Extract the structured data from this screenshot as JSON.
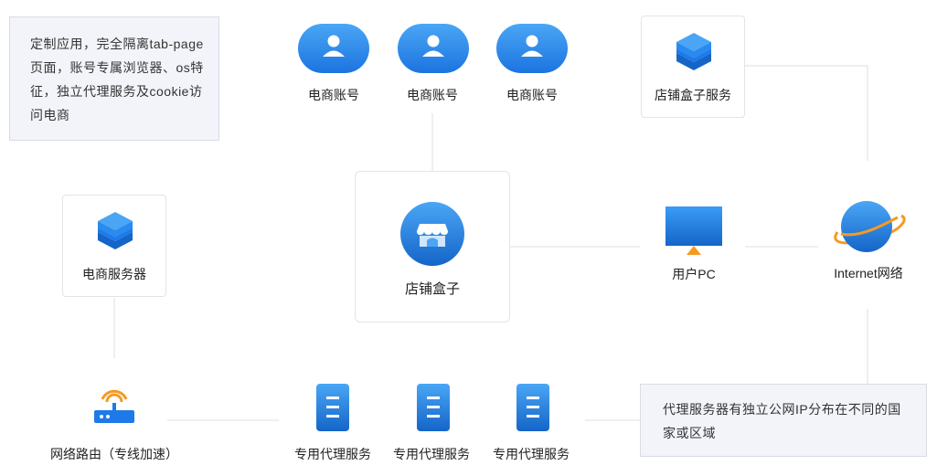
{
  "notes": {
    "top_left": "定制应用，完全隔离tab-page页面，账号专属浏览器、os特征，独立代理服务及cookie访问电商",
    "bottom_right": "代理服务器有独立公网IP分布在不同的国家或区域"
  },
  "accounts": [
    {
      "label": "电商账号"
    },
    {
      "label": "电商账号"
    },
    {
      "label": "电商账号"
    }
  ],
  "service": {
    "label": "店铺盒子服务"
  },
  "ecommerce_server": {
    "label": "电商服务器"
  },
  "hub": {
    "label": "店铺盒子"
  },
  "user_pc": {
    "label": "用户PC"
  },
  "internet": {
    "label": "Internet网络"
  },
  "router": {
    "label": "网络路由（专线加速）"
  },
  "proxies": [
    {
      "label": "专用代理服务"
    },
    {
      "label": "专用代理服务"
    },
    {
      "label": "专用代理服务"
    }
  ],
  "colors": {
    "primary_blue": "#1e7ae8",
    "light_blue": "#4aa6f5",
    "orange": "#f59a23",
    "line_gray": "#dcdfe6",
    "note_bg": "#f2f4fa"
  }
}
